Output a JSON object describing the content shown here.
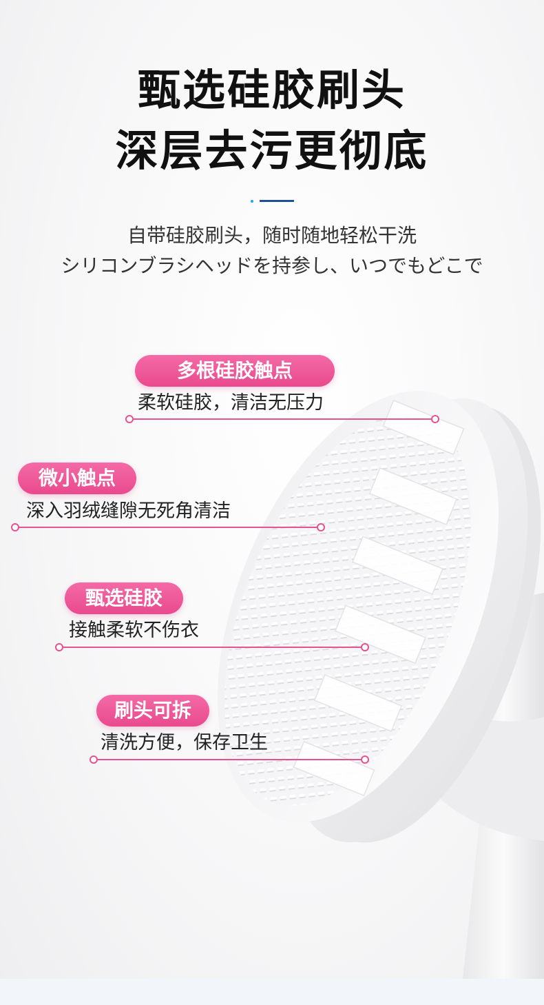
{
  "headline": {
    "line1": "甄选硅胶刷头",
    "line2": "深层去污更彻底"
  },
  "subtitle": {
    "line1": "自带硅胶刷头，随时随地轻松干洗",
    "line2": "シリコンブラシヘッドを持参し、いつでもどこで"
  },
  "features": [
    {
      "title": "多根硅胶触点",
      "desc": "柔软硅胶，清洁无压力"
    },
    {
      "title": "微小触点",
      "desc": "深入羽绒缝隙无死角清洁"
    },
    {
      "title": "甄选硅胶",
      "desc": "接触柔软不伤衣"
    },
    {
      "title": "刷头可拆",
      "desc": "清洗方便，保存卫生"
    }
  ],
  "colors": {
    "accent_pink": "#e94a8d",
    "divider_dot": "#1aa7e6",
    "divider_bar": "#1e4e9c"
  }
}
